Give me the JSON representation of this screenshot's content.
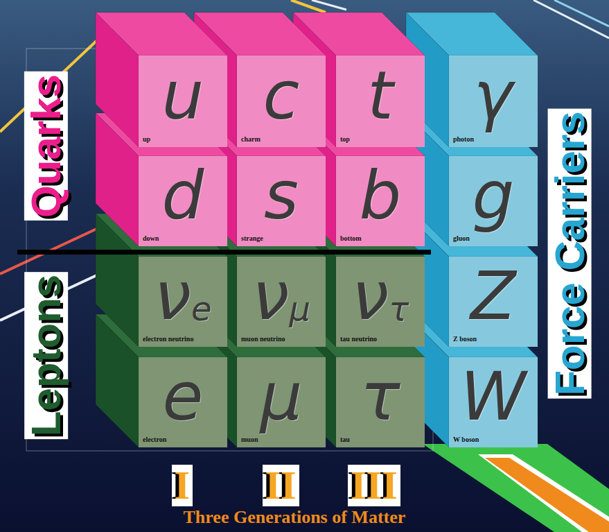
{
  "diagram": {
    "nodes": [
      {
        "text": [
          "u",
          "up"
        ]
      },
      {
        "text": [
          "c",
          "charm"
        ]
      },
      {
        "text": [
          "t",
          "top"
        ]
      },
      {
        "text": [
          "γ",
          "photon"
        ]
      },
      {
        "text": [
          "d",
          "down"
        ]
      },
      {
        "text": [
          "s",
          "strange"
        ]
      },
      {
        "text": [
          "b",
          "bottom"
        ]
      },
      {
        "text": [
          "g",
          "gluon"
        ]
      },
      {
        "text": [
          "ν",
          "e",
          "electron neutrino"
        ]
      },
      {
        "text": [
          "ν",
          "μ",
          "muon neutrino"
        ]
      },
      {
        "text": [
          "ν",
          "τ",
          "tau neutrino"
        ]
      },
      {
        "text": [
          "Z",
          "Z boson"
        ]
      },
      {
        "text": [
          "e",
          "electron"
        ]
      },
      {
        "text": [
          "μ",
          "muon"
        ]
      },
      {
        "text": [
          "τ",
          "tau"
        ]
      },
      {
        "text": [
          "W",
          "W boson"
        ]
      }
    ],
    "labels": [
      "Quarks",
      "Leptons",
      "Force Carriers",
      "I",
      "II",
      "III",
      "Three Generations of Matter"
    ]
  }
}
